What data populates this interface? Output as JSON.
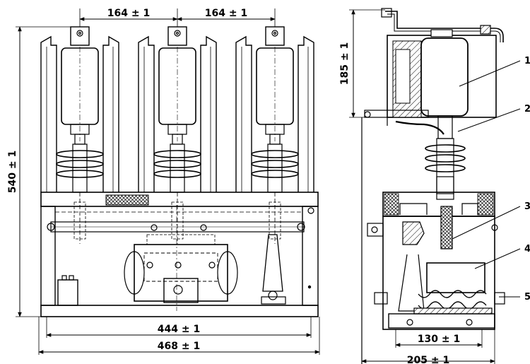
{
  "front_view": {
    "dimensions": {
      "spacing_left": "164 ± 1",
      "spacing_right": "164 ± 1",
      "height": "540 ± 1",
      "inner_width": "444 ± 1",
      "outer_width": "468 ± 1"
    }
  },
  "side_view": {
    "dimensions": {
      "top_height": "185 ± 1",
      "base_width": "130 ± 1",
      "overall_width": "205 ± 1"
    },
    "callouts": [
      "1",
      "2",
      "3",
      "4",
      "5"
    ]
  }
}
